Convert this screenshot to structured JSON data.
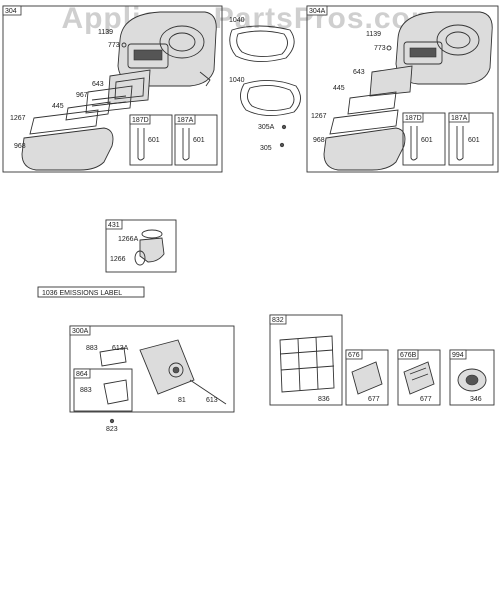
{
  "watermark": "AppliancePartsPros.com",
  "emissions_label": "1036 EMISSIONS LABEL",
  "boxes": {
    "b304": "304",
    "b304a": "304A",
    "b187d_1": "187D",
    "b187a_1": "187A",
    "b187d_2": "187D",
    "b187a_2": "187A",
    "b431": "431",
    "b300a": "300A",
    "b864": "864",
    "b832": "832",
    "b676": "676",
    "b676b": "676B",
    "b994": "994"
  },
  "callouts": {
    "c1139_a": "1139",
    "c773_a": "773",
    "c643_a": "643",
    "c967": "967",
    "c445_a": "445",
    "c1267_a": "1267",
    "c968_a": "968",
    "c601_a": "601",
    "c601_b": "601",
    "c1040_top": "1040",
    "c1040": "1040",
    "c305a": "305A",
    "c305": "305",
    "c1139_b": "1139",
    "c773_b": "773",
    "c643_b": "643",
    "c445_b": "445",
    "c1267_b": "1267",
    "c968_b": "968",
    "c601_c": "601",
    "c601_d": "601",
    "c1266a": "1266A",
    "c1266": "1266",
    "c883_a": "883",
    "c613a": "613A",
    "c883_b": "883",
    "c81": "81",
    "c613": "613",
    "c823": "823",
    "c836": "836",
    "c677_a": "677",
    "c677_b": "677",
    "c346": "346"
  }
}
